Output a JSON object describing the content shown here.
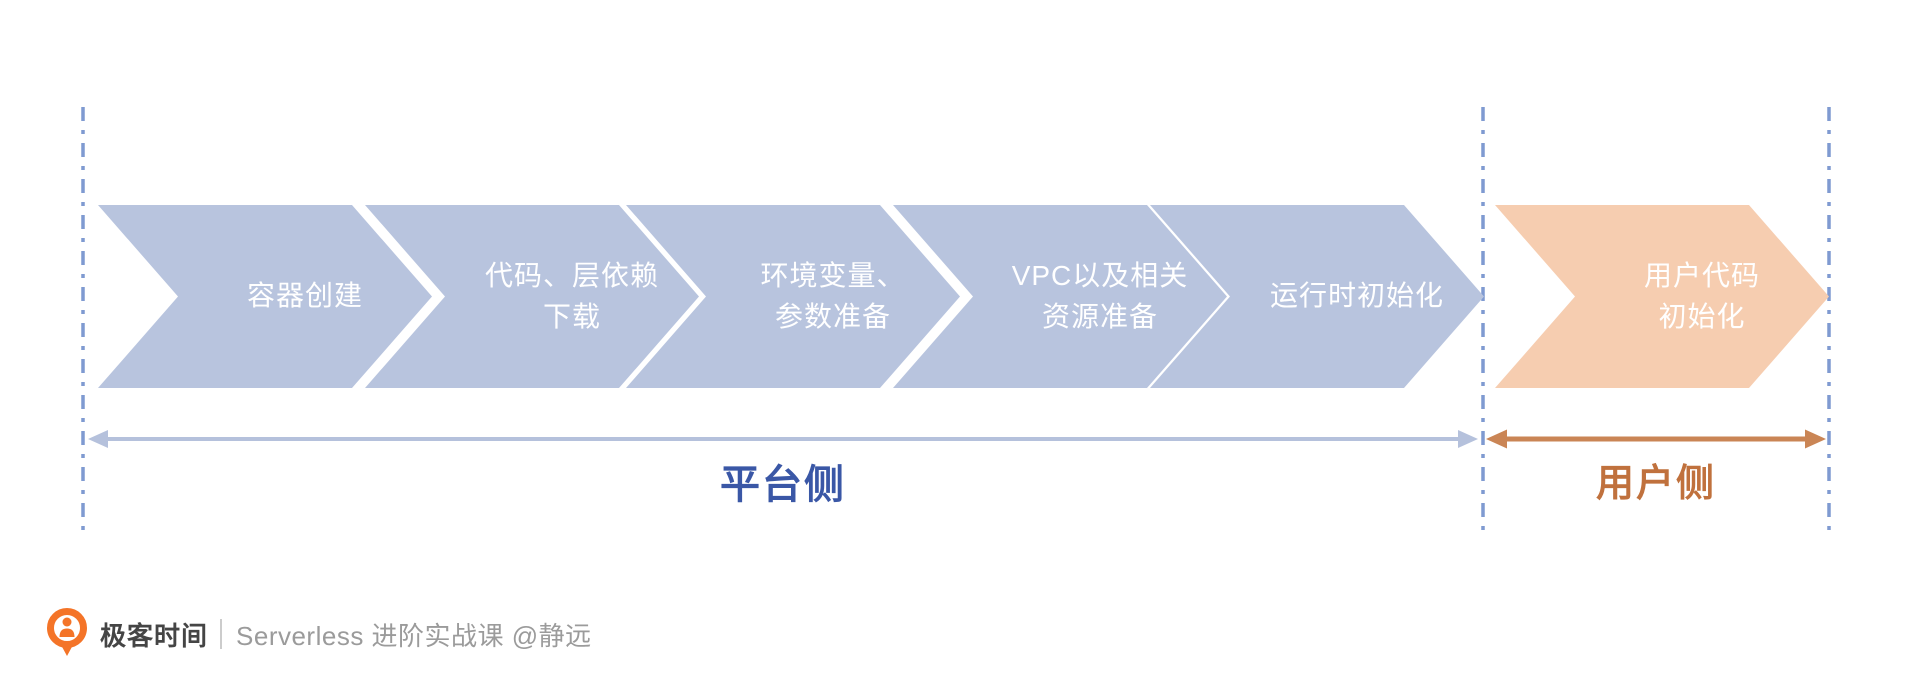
{
  "colors": {
    "chevron-blue": "#b8c4de",
    "chevron-orange": "#f6cdb0",
    "dash-line": "#7f9ad1",
    "platform-arrow": "#b5c1dc",
    "platform-label": "#3a57a6",
    "user-label": "#c0713d",
    "user-arrow": "#ca8555",
    "brand-text": "#454545",
    "subtitle-text": "#9b9b9b",
    "logo-orange": "#f47428"
  },
  "diagram": {
    "platform": {
      "label": "平台侧",
      "steps": [
        {
          "line1": "容器创建"
        },
        {
          "line1": "代码、层依赖",
          "line2": "下载"
        },
        {
          "line1": "环境变量、",
          "line2": "参数准备"
        },
        {
          "line1": "VPC以及相关",
          "line2": "资源准备"
        },
        {
          "line1": "运行时初始化"
        }
      ]
    },
    "user": {
      "label": "用户侧",
      "steps": [
        {
          "line1": "用户代码",
          "line2": "初始化"
        }
      ]
    }
  },
  "footer": {
    "brand": "极客时间",
    "subtitle": "Serverless 进阶实战课 @静远"
  }
}
